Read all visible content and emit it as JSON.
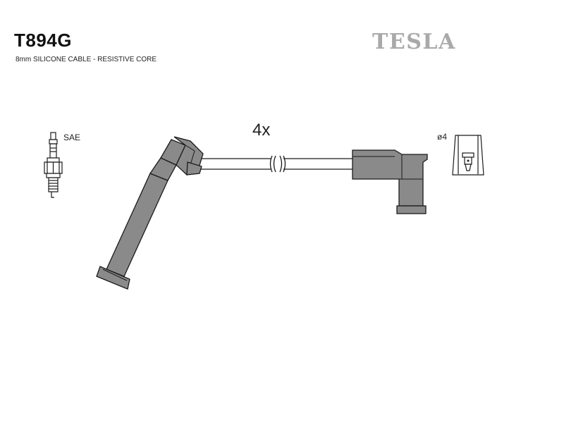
{
  "header": {
    "part_code": "T894G",
    "description": "8mm SILICONE CABLE - RESISTIVE CORE",
    "brand": "TESLA"
  },
  "diagram": {
    "spark_plug_label": "SAE",
    "quantity_label": "4x",
    "terminal_label": "ø4"
  },
  "colors": {
    "boot_fill": "#8a8a8a",
    "outline": "#1a1a1a",
    "brand_text": "#a9a9a9"
  }
}
